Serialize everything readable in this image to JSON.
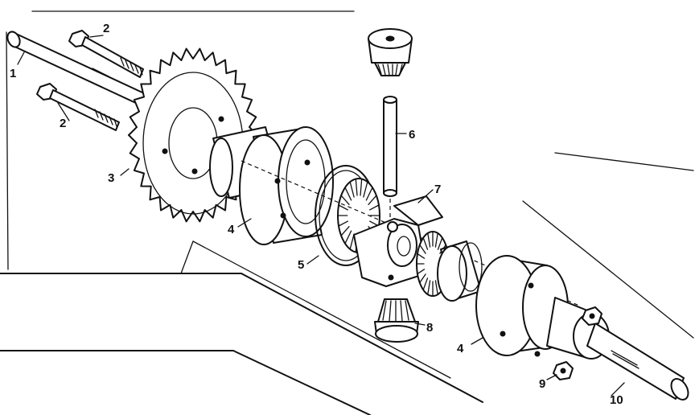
{
  "diagram": {
    "callouts": [
      {
        "id": "label-1",
        "text": "1"
      },
      {
        "id": "label-2a",
        "text": "2"
      },
      {
        "id": "label-2b",
        "text": "2"
      },
      {
        "id": "label-3",
        "text": "3"
      },
      {
        "id": "label-4a",
        "text": "4"
      },
      {
        "id": "label-4b",
        "text": "4"
      },
      {
        "id": "label-5",
        "text": "5"
      },
      {
        "id": "label-6",
        "text": "6"
      },
      {
        "id": "label-7",
        "text": "7"
      },
      {
        "id": "label-8",
        "text": "8"
      },
      {
        "id": "label-9",
        "text": "9"
      },
      {
        "id": "label-10",
        "text": "10"
      }
    ]
  },
  "colors": {
    "ink": "#111111",
    "paper": "#ffffff"
  }
}
